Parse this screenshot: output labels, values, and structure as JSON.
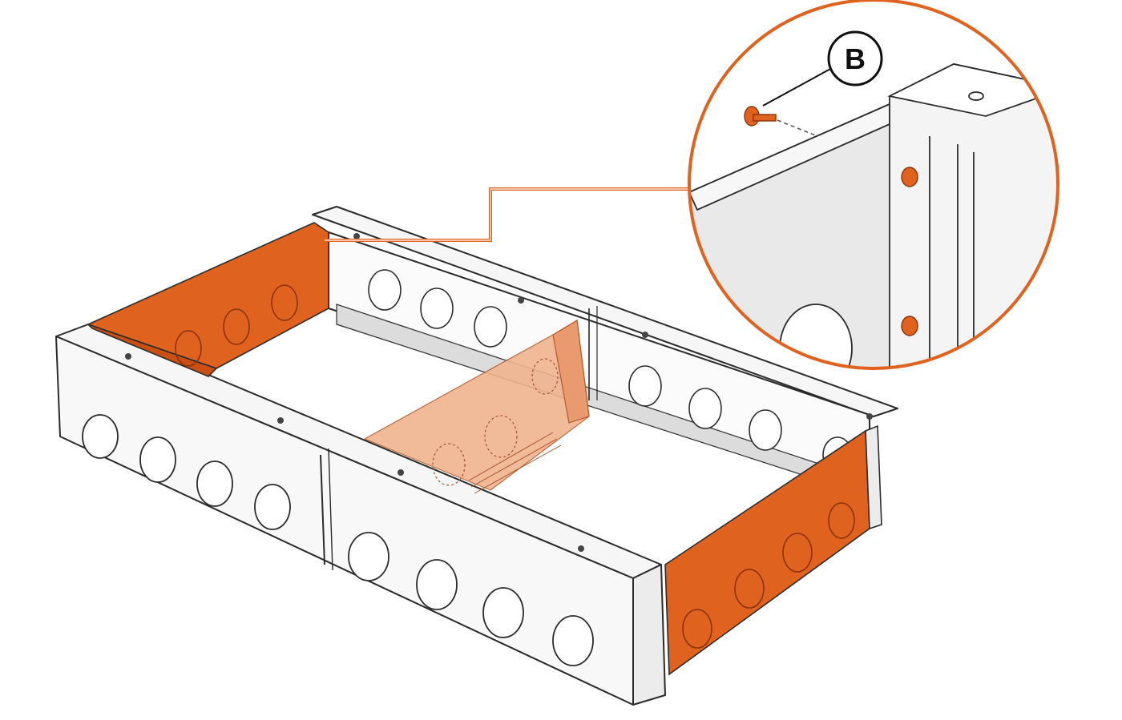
{
  "callout": {
    "label": "B"
  },
  "colors": {
    "highlight": "#e0621f",
    "highlight_light": "#f0b38f",
    "outline": "#2b2b2b",
    "panel": "#f6f6f6",
    "shadow": "#d7d7d7",
    "detail_bg": "#e9e9e9"
  },
  "parts": {
    "frame": "cable-entry-base-frame",
    "side_panel_left": "side-panel-left",
    "side_panel_right": "side-panel-right",
    "middle_divider": "middle-divider-plate",
    "fastener": "screw"
  }
}
